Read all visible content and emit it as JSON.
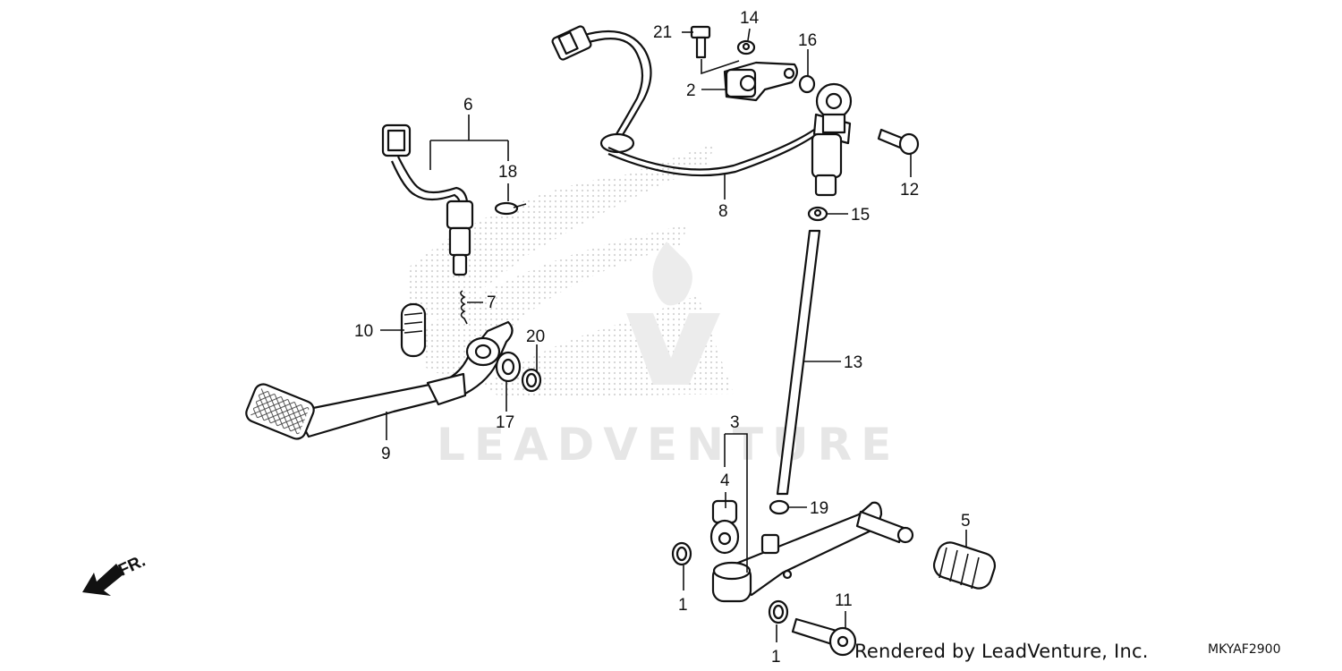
{
  "callouts": [
    {
      "id": "21",
      "text": "21"
    },
    {
      "id": "14",
      "text": "14"
    },
    {
      "id": "16",
      "text": "16"
    },
    {
      "id": "2",
      "text": "2"
    },
    {
      "id": "6",
      "text": "6"
    },
    {
      "id": "18",
      "text": "18"
    },
    {
      "id": "12",
      "text": "12"
    },
    {
      "id": "8",
      "text": "8"
    },
    {
      "id": "15",
      "text": "15"
    },
    {
      "id": "7",
      "text": "7"
    },
    {
      "id": "10",
      "text": "10"
    },
    {
      "id": "20",
      "text": "20"
    },
    {
      "id": "13",
      "text": "13"
    },
    {
      "id": "17",
      "text": "17"
    },
    {
      "id": "9",
      "text": "9"
    },
    {
      "id": "3",
      "text": "3"
    },
    {
      "id": "4",
      "text": "4"
    },
    {
      "id": "19",
      "text": "19"
    },
    {
      "id": "5",
      "text": "5"
    },
    {
      "id": "11",
      "text": "11"
    },
    {
      "id": "1a",
      "text": "1"
    },
    {
      "id": "1b",
      "text": "1"
    }
  ],
  "watermark": "LEADVENTURE",
  "direction_label": "FR.",
  "credit": "Rendered by LeadVenture, Inc.",
  "diagram_code": "MKYAF2900",
  "colors": {
    "ink": "#111111",
    "watermark": "#e6e6e6",
    "background": "#ffffff"
  }
}
